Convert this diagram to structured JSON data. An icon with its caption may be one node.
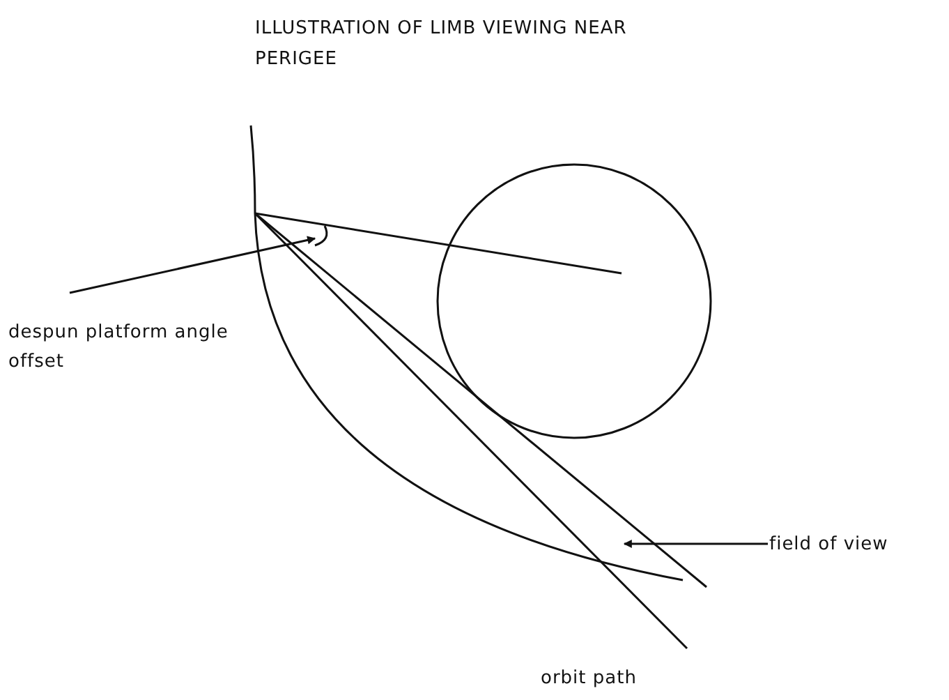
{
  "diagram": {
    "title": "ILLUSTRATION OF LIMB VIEWING NEAR PERIGEE",
    "nodes": [
      {
        "text": [
          "despun platform angle offset"
        ]
      },
      {
        "text": [
          "field of view"
        ]
      }
    ],
    "edges": [
      {
        "from": 0,
        "to": null,
        "arrow": "to"
      },
      {
        "from": 1,
        "to": null,
        "arrow": "to"
      }
    ],
    "labels": [
      "orbit path"
    ]
  }
}
